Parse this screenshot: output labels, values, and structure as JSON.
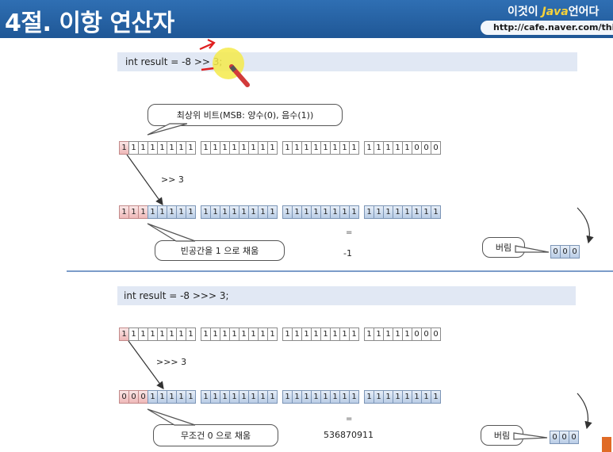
{
  "header": {
    "title": "4절. 이항 연산자",
    "brand_prefix": "이것이 ",
    "brand_java": "Java",
    "brand_suffix": "언어다",
    "url": "http://cafe.naver.com/thisis"
  },
  "section1": {
    "code": "int result = -8 >> 3;",
    "msb_callout": "최상위 비트(MSB: 양수(0), 음수(1))",
    "shift_label": ">> 3",
    "input_bits": [
      "11111111",
      "11111111",
      "11111111",
      "11111000"
    ],
    "output_bits": [
      "11111111",
      "11111111",
      "11111111",
      "11111111"
    ],
    "fill_callout": "빈공간을 1 으로 채움",
    "equals": "=",
    "result": "-1",
    "discard_label": "버림",
    "discarded_bits": "000"
  },
  "section2": {
    "code": "int result = -8 >>> 3;",
    "shift_label": ">>> 3",
    "input_bits": [
      "11111111",
      "11111111",
      "11111111",
      "11111000"
    ],
    "output_bits": [
      "00011111",
      "11111111",
      "11111111",
      "11111111"
    ],
    "fill_callout": "무조건 0 으로 채움",
    "equals": "=",
    "result": "536870911",
    "discard_label": "버림",
    "discarded_bits": "000"
  },
  "colors": {
    "header_blue": "#2f6fb3",
    "code_bar": "#e1e8f4",
    "filled_bit_red": "#efb8b8",
    "shifted_bit_blue": "#b9cde6",
    "highlight_yellow": "#f5ea4a",
    "annotation_red": "#e02020",
    "divider": "#7b9cc9"
  }
}
